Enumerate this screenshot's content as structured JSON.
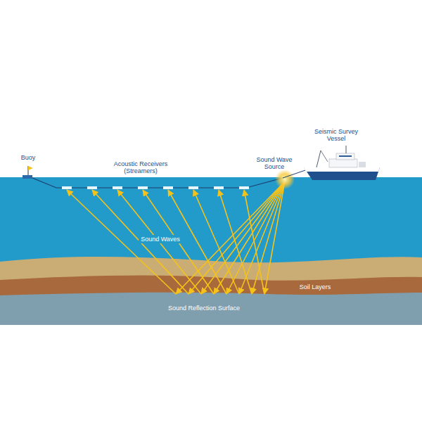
{
  "diagram": {
    "labels": [
      "Buoy",
      "Acoustic Receivers (Streamers)",
      "Sound Wave Source",
      "Seismic Survey Vessel",
      "Sound Waves",
      "Soil Layers",
      "Sound Reflection Surface"
    ]
  }
}
